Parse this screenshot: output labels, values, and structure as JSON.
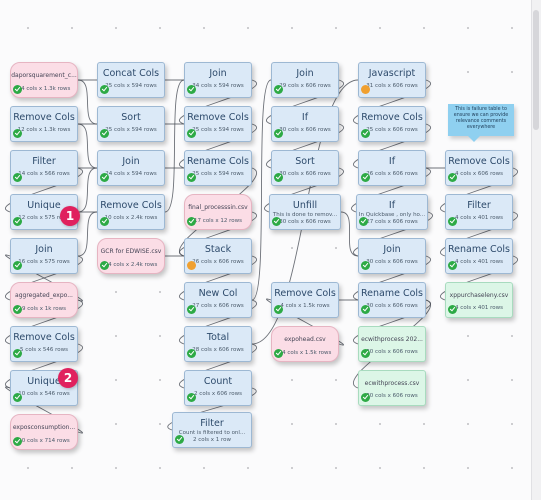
{
  "nodes": {
    "n1": {
      "kind": "file",
      "title": "daporsquarement_c...",
      "sub": "14 cols x 1.3k rows"
    },
    "n2": {
      "kind": "op",
      "title": "Remove Cols",
      "sub": "12 cols x 1.3k rows"
    },
    "n3": {
      "kind": "op",
      "title": "Filter",
      "sub": "14 cols x 566 rows"
    },
    "n4": {
      "kind": "op",
      "title": "Unique",
      "sub": "12 cols x 575 rows"
    },
    "n5": {
      "kind": "op",
      "title": "Join",
      "sub": "16 cols x 575 rows"
    },
    "n6": {
      "kind": "file",
      "title": "aggregated_expo...",
      "sub": "9 cols x 1k rows"
    },
    "n7": {
      "kind": "op",
      "title": "Remove Cols",
      "sub": "5 cols x 546 rows"
    },
    "n8": {
      "kind": "op",
      "title": "Unique",
      "sub": "10 cols x 546 rows"
    },
    "n9": {
      "kind": "file",
      "title": "exposconsumption...",
      "sub": "10 cols x 714 rows"
    },
    "n10": {
      "kind": "op",
      "title": "Concat Cols",
      "sub": "25 cols x 594 rows"
    },
    "n11": {
      "kind": "op",
      "title": "Sort",
      "sub": "25 cols x 594 rows"
    },
    "n12": {
      "kind": "op",
      "title": "Join",
      "sub": "24 cols x 594 rows"
    },
    "n13": {
      "kind": "op",
      "title": "Remove Cols",
      "sub": "10 cols x 2.4k rows"
    },
    "n14": {
      "kind": "file",
      "title": "GCR for EDWISE.csv",
      "sub": "24 cols x 2.4k rows"
    },
    "n15": {
      "kind": "op",
      "title": "Join",
      "sub": "34 cols x 594 rows"
    },
    "n16": {
      "kind": "op",
      "title": "Remove Cols",
      "sub": "25 cols x 594 rows"
    },
    "n17": {
      "kind": "op",
      "title": "Rename Cols",
      "sub": "25 cols x 594 rows"
    },
    "n18": {
      "kind": "file",
      "title": "final_processsin.csv",
      "sub": "17 cols x 12 rows"
    },
    "n19": {
      "kind": "op",
      "title": "Stack",
      "sub": "26 cols x 606 rows",
      "status": "warn"
    },
    "n20": {
      "kind": "op",
      "title": "New Col",
      "sub": "27 cols x 606 rows"
    },
    "n21": {
      "kind": "op",
      "title": "Total",
      "sub": "28 cols x 606 rows"
    },
    "n22": {
      "kind": "op",
      "title": "Count",
      "sub": "2 cols x 606 rows"
    },
    "n23": {
      "kind": "op",
      "title": "Filter",
      "sub": "Count is filtered to onl...",
      "sub2": "2 cols x 1 row"
    },
    "n24": {
      "kind": "op",
      "title": "Join",
      "sub": "29 cols x 606 rows"
    },
    "n25": {
      "kind": "op",
      "title": "If",
      "sub": "30 cols x 606 rows"
    },
    "n26": {
      "kind": "op",
      "title": "Sort",
      "sub": "30 cols x 606 rows"
    },
    "n27": {
      "kind": "op",
      "title": "Unfill",
      "sub": "This is done to remov...",
      "sub2": "30 cols x 606 rows"
    },
    "n28": {
      "kind": "op",
      "title": "Remove Cols",
      "sub": "4 cols x 1.5k rows"
    },
    "n29": {
      "kind": "file",
      "title": "expohead.csv",
      "sub": "24 cols x 1.5k rows"
    },
    "n30": {
      "kind": "op",
      "title": "Javascript",
      "sub": "31 cols x 606 rows",
      "status": "warn"
    },
    "n31": {
      "kind": "op",
      "title": "Remove Cols",
      "sub": "25 cols x 606 rows"
    },
    "n32": {
      "kind": "op",
      "title": "If",
      "sub": "26 cols x 606 rows"
    },
    "n33": {
      "kind": "op",
      "title": "If",
      "sub": "In Quickbase , only ho...",
      "sub2": "27 cols x 606 rows"
    },
    "n34": {
      "kind": "op",
      "title": "Join",
      "sub": "30 cols x 606 rows"
    },
    "n35": {
      "kind": "op",
      "title": "Rename Cols",
      "sub": "30 cols x 606 rows"
    },
    "n36": {
      "kind": "out",
      "title": "ecwithprocess 202...",
      "sub": "30 cols x 606 rows"
    },
    "n37": {
      "kind": "out",
      "title": "ecwithprocess.csv",
      "sub": "30 cols x 606 rows"
    },
    "n38": {
      "kind": "op",
      "title": "Remove Cols",
      "sub": "4 cols x 606 rows"
    },
    "n39": {
      "kind": "op",
      "title": "Filter",
      "sub": "4 cols x 401 rows"
    },
    "n40": {
      "kind": "op",
      "title": "Rename Cols",
      "sub": "4 cols x 401 rows"
    },
    "n41": {
      "kind": "out",
      "title": "xppurchaseleny.csv",
      "sub": "4 cols x 401 rows"
    }
  },
  "note": {
    "text": "This is failure table to ensure we can provide relevance comments everywhere"
  },
  "markers": {
    "m1": "1",
    "m2": "2"
  },
  "colors": {
    "step": "#dbe9f7",
    "input_file": "#fbdde6",
    "output_file": "#dcf6e7",
    "ok": "#2daa45",
    "warn": "#f0a030",
    "marker": "#e0215e",
    "note": "#8fd0f0"
  }
}
